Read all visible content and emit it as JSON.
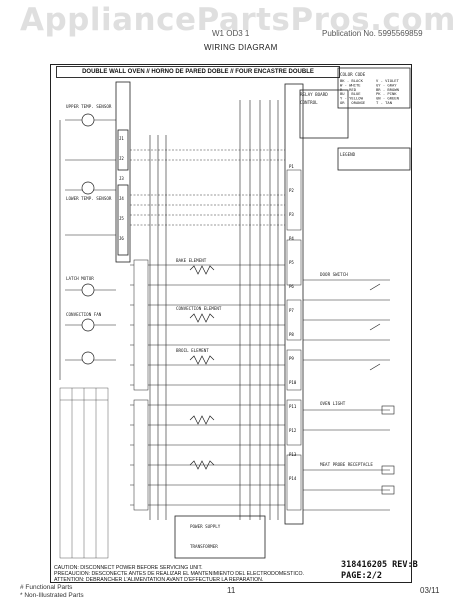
{
  "header": {
    "watermark": "AppliancePartsPros.com",
    "doc_code_left": "W1 OD3 1",
    "doc_code_right": "Publication No. 5995569859",
    "title": "WIRING DIAGRAM"
  },
  "diagram": {
    "banner": "DOUBLE WALL OVEN // HORNO DE PARED DOBLE // FOUR ENCASTRE DOUBLE",
    "relay_board_label": "RELAY BOARD",
    "control_label": "CONTROL",
    "transformer_label": "TRANSFORMER",
    "power_supply_label": "POWER SUPPLY",
    "component_labels": {
      "upper_temp_sensor": "UPPER TEMP. SENSOR",
      "lower_temp_sensor": "LOWER TEMP. SENSOR",
      "bake_element": "BAKE ELEMENT",
      "broil_element": "BROIL ELEMENT",
      "convection_element": "CONVECTION ELEMENT",
      "convection_fan": "CONVECTION FAN",
      "latch_motor": "LATCH MOTOR",
      "door_switch": "DOOR SWITCH",
      "oven_light": "OVEN LIGHT",
      "meat_probe": "MEAT PROBE RECEPTACLE"
    },
    "color_legend_title": "COLOR CODE",
    "color_legend": [
      "BK - BLACK",
      "W - WHITE",
      "R - RED",
      "BU - BLUE",
      "Y - YELLOW",
      "OR - ORANGE",
      "V - VIOLET",
      "GY - GRAY",
      "BR - BROWN",
      "PK - PINK",
      "GN - GREEN",
      "T - TAN"
    ],
    "legend_title": "LEGEND",
    "connector_labels": [
      "P1",
      "P2",
      "P3",
      "P4",
      "P5",
      "P6",
      "P7",
      "P8",
      "P9",
      "P10",
      "P11",
      "P12",
      "P13",
      "P14",
      "J1",
      "J2",
      "J3",
      "J4",
      "J5",
      "J6"
    ]
  },
  "caution": [
    "CAUTION: DISCONNECT POWER BEFORE SERVICING UNIT.",
    "PRECAUCION: DESCONECTE ANTES DE REALIZAR EL MANTENIMIENTO DEL ELECTRODOMESTICO.",
    "ATTENTION: DEBRANCHER L'ALIMENTATION AVANT D'EFFECTUER LA REPARATION."
  ],
  "part_number": "318416205 REV:B",
  "page": "PAGE:2/2",
  "footer": {
    "functional": "# Functional Parts",
    "non_illustrated": "* Non-Illustrated Parts",
    "page_number": "11",
    "date": "03/11"
  },
  "colors": {
    "ink": "#222222",
    "paper": "#ffffff",
    "watermark": "#8c8c8c"
  }
}
